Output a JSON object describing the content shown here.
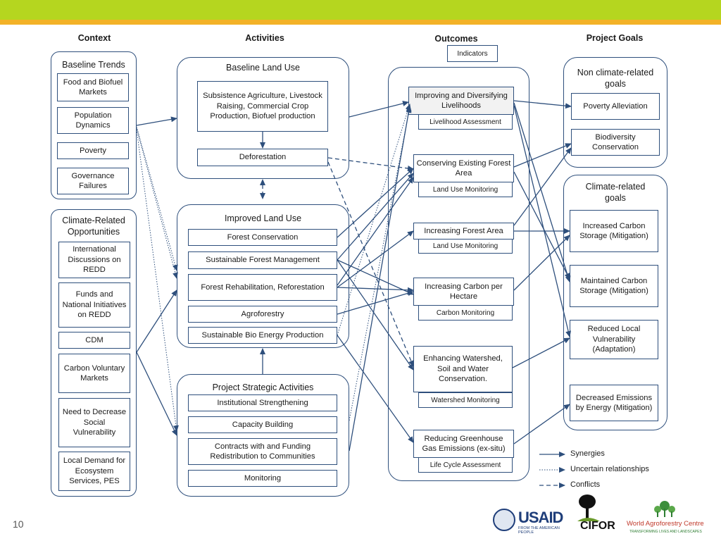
{
  "headers": {
    "context": "Context",
    "activities": "Activities",
    "outcomes": "Outcomes",
    "goals": "Project Goals",
    "indicators": "Indicators"
  },
  "context": {
    "baseline_title": "Baseline Trends",
    "baseline_items": [
      "Food and Biofuel Markets",
      "Population Dynamics",
      "Poverty",
      "Governance Failures"
    ],
    "climate_title": "Climate-Related Opportunities",
    "climate_items": [
      "International Discussions on REDD",
      "Funds and National Initiatives on REDD",
      "CDM",
      "Carbon Voluntary Markets",
      "Need to Decrease Social Vulnerability",
      "Local Demand for Ecosystem Services, PES"
    ]
  },
  "activities": {
    "baseline_title": "Baseline Land Use",
    "baseline_main": "Subsistence Agriculture, Livestock Raising, Commercial Crop Production, Biofuel production",
    "deforestation": "Deforestation",
    "improved_title": "Improved Land Use",
    "improved_items": [
      "Forest Conservation",
      "Sustainable Forest Management",
      "Forest Rehabilitation, Reforestation",
      "Agroforestry",
      "Sustainable Bio Energy Production"
    ],
    "strategic_title": "Project Strategic Activities",
    "strategic_items": [
      "Institutional Strengthening",
      "Capacity Building",
      "Contracts with and Funding Redistribution to Communities",
      "Monitoring"
    ]
  },
  "outcomes": [
    {
      "label": "Improving and Diversifying Livelihoods",
      "indicator": "Livelihood Assessment"
    },
    {
      "label": "Conserving Existing Forest Area",
      "indicator": "Land Use Monitoring"
    },
    {
      "label": "Increasing Forest Area",
      "indicator": "Land Use Monitoring"
    },
    {
      "label": "Increasing Carbon per Hectare",
      "indicator": "Carbon Monitoring"
    },
    {
      "label": "Enhancing Watershed, Soil and Water Conservation.",
      "indicator": "Watershed Monitoring"
    },
    {
      "label": "Reducing Greenhouse Gas Emissions (ex-situ)",
      "indicator": "Life Cycle Assessment"
    }
  ],
  "goals": {
    "non_climate_title": "Non climate-related goals",
    "non_climate_items": [
      "Poverty Alleviation",
      "Biodiversity Conservation"
    ],
    "climate_title": "Climate-related goals",
    "climate_items": [
      "Increased Carbon Storage (Mitigation)",
      "Maintained Carbon Storage (Mitigation)",
      "Reduced Local Vulnerability (Adaptation)",
      "Decreased Emissions by Energy (Mitigation)"
    ]
  },
  "legend": {
    "synergies": "Synergies",
    "uncertain": "Uncertain relationships",
    "conflicts": "Conflicts"
  },
  "footer": {
    "page_number": "10",
    "usaid": "USAID",
    "usaid_sub": "FROM THE AMERICAN PEOPLE",
    "cifor": "CIFOR",
    "waf": "World Agroforestry Centre",
    "waf_sub": "TRANSFORMING LIVES AND LANDSCAPES"
  },
  "colors": {
    "line": "#2e4f7c",
    "top_bar": "#b5d61f",
    "accent_bar": "#f3b228"
  }
}
